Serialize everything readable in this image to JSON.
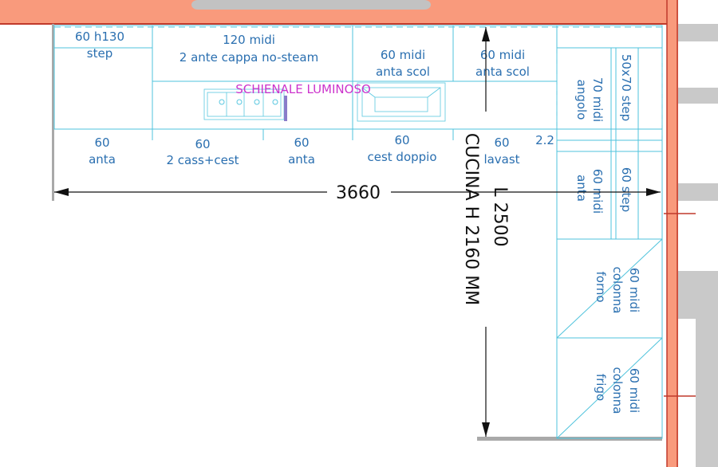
{
  "labels": {
    "top_step": [
      "60 h130",
      "step"
    ],
    "top_hood": [
      "120 midi",
      "2 ante cappa no-steam"
    ],
    "top_scol1": [
      "60 midi",
      "anta scol"
    ],
    "top_scol2": [
      "60 midi",
      "anta scol"
    ],
    "backlight": "SCHIENALE LUMINOSO",
    "base_anta1": [
      "60",
      "anta"
    ],
    "base_cass": [
      "60",
      "2 cass+cest"
    ],
    "base_anta2": [
      "60",
      "anta"
    ],
    "base_cest": [
      "60",
      "cest doppio"
    ],
    "base_lavast": [
      "60",
      "lavast"
    ],
    "gap": "2.2",
    "r_step": "50x70 step",
    "r_angolo": [
      "70 midi",
      "angolo"
    ],
    "r_step2": "60 step",
    "r_anta": [
      "60 midi",
      "anta"
    ],
    "r_forno": [
      "60 midi",
      "colonna",
      "forno"
    ],
    "r_frigo": [
      "60 midi",
      "colonna",
      "frigo"
    ]
  },
  "dimensions": {
    "width": "3660",
    "length": "L 2500",
    "height": "CUCINA H 2160 MM"
  },
  "colors": {
    "cabinet_line": "#4fc3dc",
    "label_text": "#2a6fb0",
    "highlight_text": "#cc33cc",
    "top_wall": "#f99a7c",
    "wall_gray": "#c9c9c9",
    "wall_red": "#c0392b"
  }
}
